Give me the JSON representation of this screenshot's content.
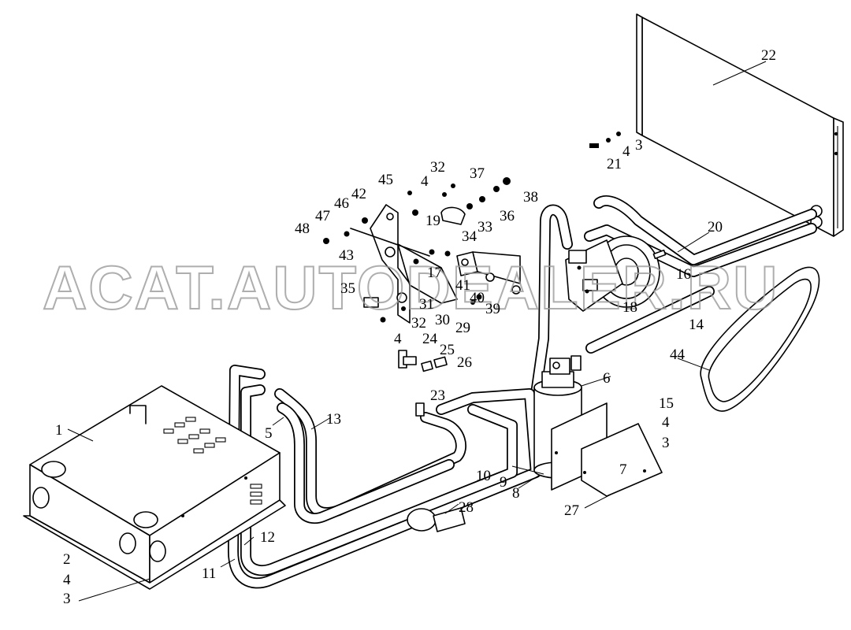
{
  "diagram": {
    "watermark": "ACAT.AUTODEALER.RU",
    "callouts": [
      "1",
      "2",
      "3",
      "4",
      "5",
      "6",
      "7",
      "8",
      "9",
      "10",
      "11",
      "12",
      "13",
      "14",
      "15",
      "16",
      "17",
      "18",
      "19",
      "20",
      "21",
      "22",
      "23",
      "24",
      "25",
      "26",
      "27",
      "28",
      "29",
      "30",
      "31",
      "32",
      "33",
      "34",
      "35",
      "36",
      "37",
      "38",
      "39",
      "40",
      "41",
      "42",
      "43",
      "44",
      "45",
      "46",
      "47",
      "48"
    ]
  }
}
